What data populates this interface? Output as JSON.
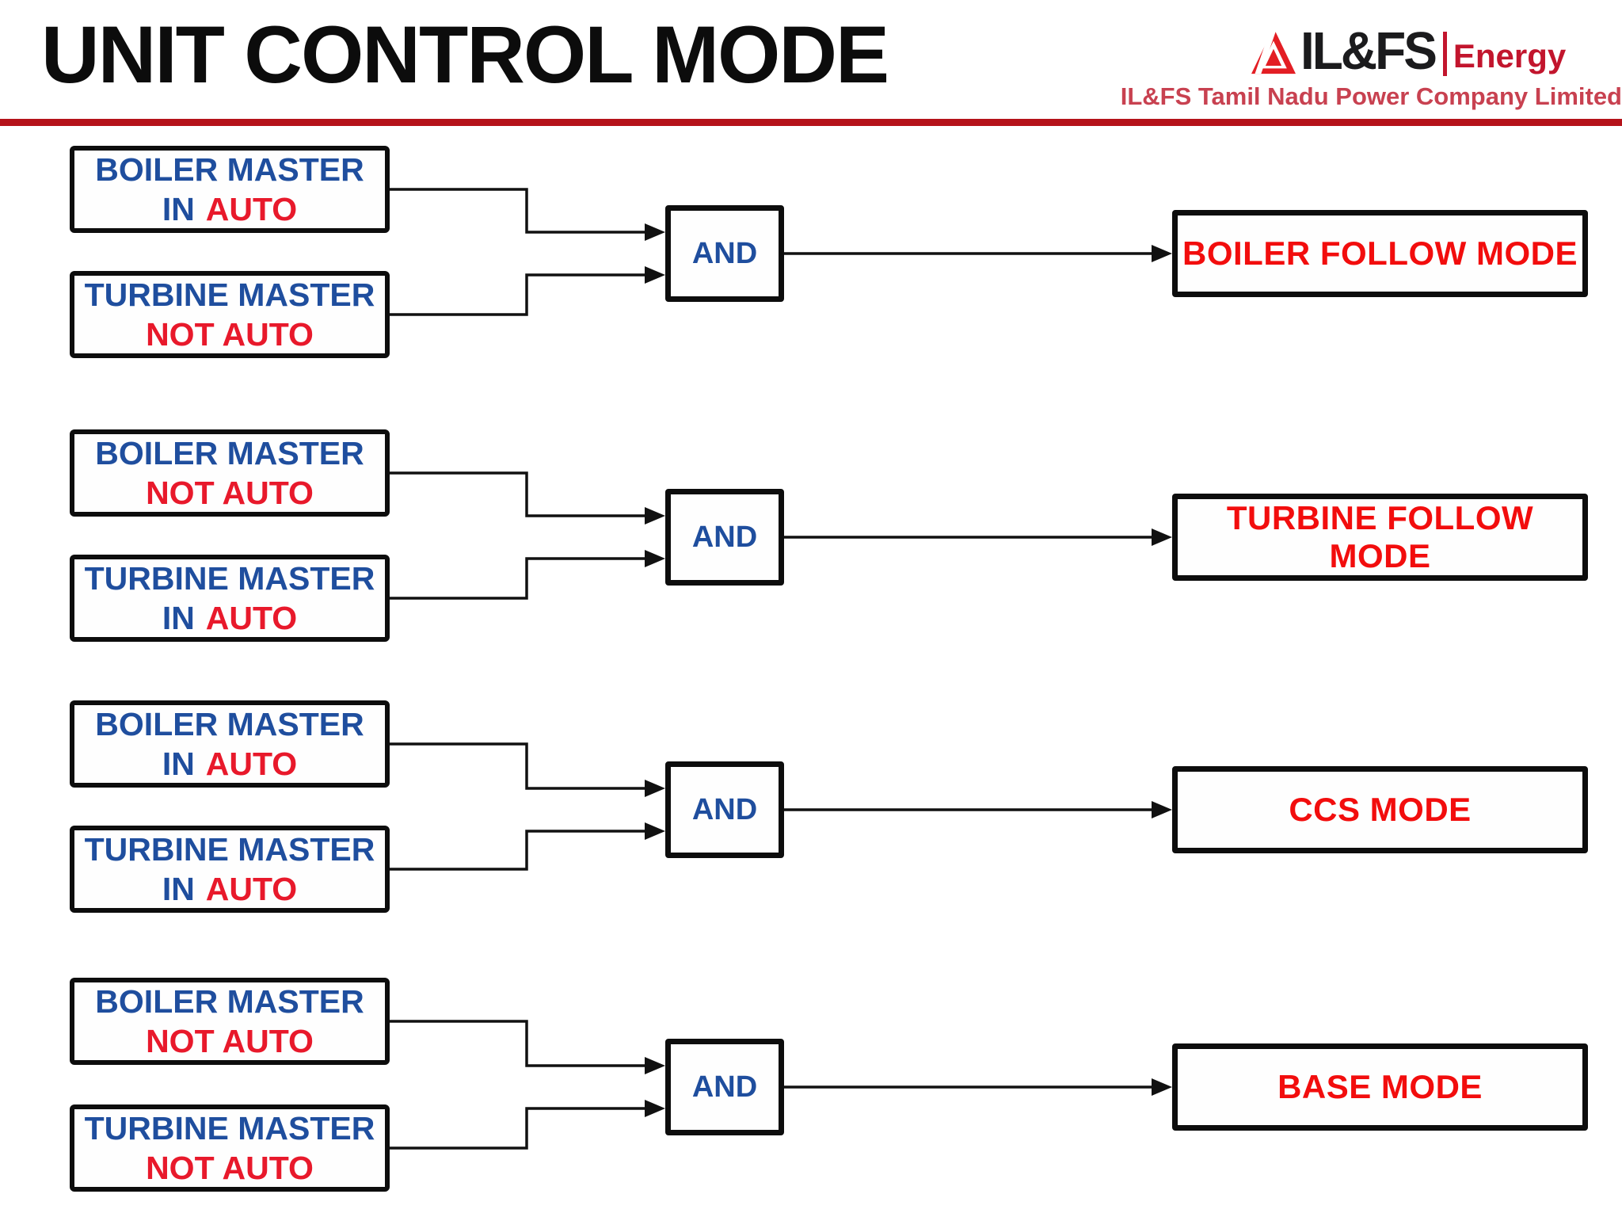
{
  "header": {
    "title": "UNIT CONTROL MODE",
    "logo": {
      "brand": "IL&FS",
      "division": "Energy",
      "subtitle": "IL&FS Tamil Nadu Power Company Limited"
    }
  },
  "colors": {
    "label_blue": "#1f4e9e",
    "status_red": "#e8192b",
    "mode_red": "#f20d0d",
    "rule_red": "#b5121a",
    "line_black": "#111111"
  },
  "groups": [
    {
      "input_a": {
        "title": "BOILER MASTER",
        "status_prefix": "IN",
        "status": "AUTO"
      },
      "input_b": {
        "title": "TURBINE MASTER",
        "status_prefix": "",
        "status": "NOT AUTO"
      },
      "gate": "AND",
      "output": "BOILER FOLLOW MODE"
    },
    {
      "input_a": {
        "title": "BOILER MASTER",
        "status_prefix": "",
        "status": "NOT AUTO"
      },
      "input_b": {
        "title": "TURBINE MASTER",
        "status_prefix": "IN",
        "status": "AUTO"
      },
      "gate": "AND",
      "output": "TURBINE FOLLOW MODE"
    },
    {
      "input_a": {
        "title": "BOILER MASTER",
        "status_prefix": "IN",
        "status": "AUTO"
      },
      "input_b": {
        "title": "TURBINE MASTER",
        "status_prefix": "IN",
        "status": "AUTO"
      },
      "gate": "AND",
      "output": "CCS MODE"
    },
    {
      "input_a": {
        "title": "BOILER MASTER",
        "status_prefix": "",
        "status": "NOT AUTO"
      },
      "input_b": {
        "title": "TURBINE MASTER",
        "status_prefix": "",
        "status": "NOT AUTO"
      },
      "gate": "AND",
      "output": "BASE MODE"
    }
  ]
}
